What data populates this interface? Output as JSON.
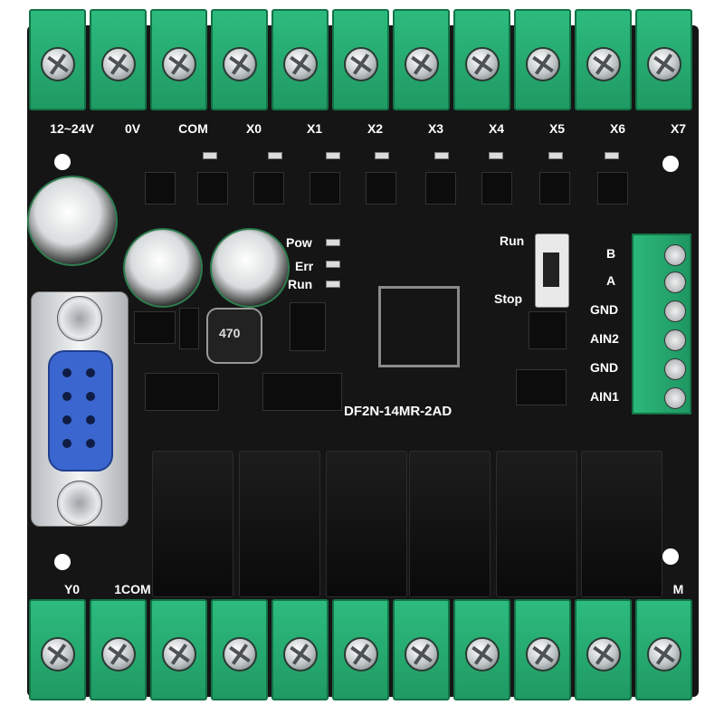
{
  "board": {
    "model": "DF2N-14MR-2AD",
    "input_labels": [
      "12~24V",
      "0V",
      "COM",
      "X0",
      "X1",
      "X2",
      "X3",
      "X4",
      "X5",
      "X6",
      "X7"
    ],
    "output_labels": [
      "Y0",
      "1COM",
      "",
      "",
      "",
      "",
      "",
      "",
      "",
      "",
      "M"
    ],
    "led_labels": [
      "Pow",
      "Err",
      "Run"
    ],
    "switch_labels": [
      "Run",
      "Stop"
    ],
    "analog_labels": [
      "B",
      "A",
      "GND",
      "AIN2",
      "GND",
      "AIN1"
    ],
    "inductor_text": "470"
  }
}
